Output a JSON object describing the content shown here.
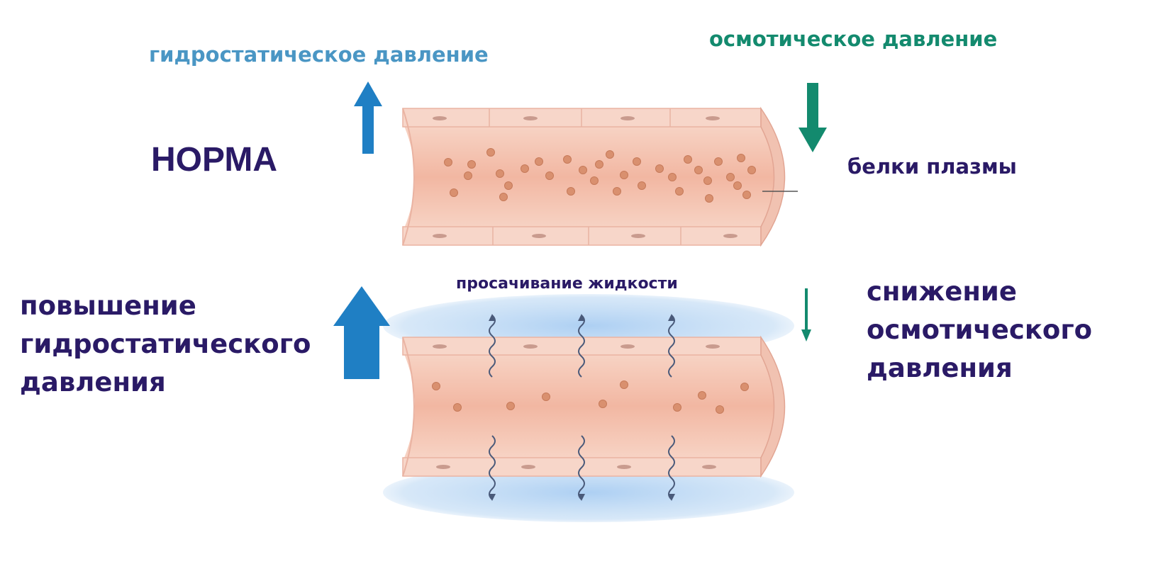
{
  "labels": {
    "hydrostatic_pressure": "гидростатическое давление",
    "osmotic_pressure": "осмотическое давление",
    "norm": "НОРМА",
    "plasma_proteins": "белки плазмы",
    "fluid_seepage": "просачивание жидкости",
    "hydrostatic_increase": [
      "повышение",
      "гидростатического",
      "давления"
    ],
    "osmotic_decrease": [
      "снижение",
      "осмотического",
      "давления"
    ]
  },
  "colors": {
    "hydrostatic_arrow": "#1f7fc4",
    "osmotic_arrow": "#138a6e",
    "vessel_wall": "#f6cfc1",
    "vessel_lumen": "#f3b9a4",
    "protein": "#d9906f",
    "interstitial_fluid": "#bcd8f3",
    "text_dark": "#2a1a66"
  },
  "icons": {
    "hydrostatic_arrow_top": "arrow-up-icon",
    "osmotic_arrow_top": "arrow-down-icon",
    "hydrostatic_arrow_bottom": "large-arrow-up-icon",
    "osmotic_arrow_bottom": "thin-arrow-down-icon",
    "seepage": "wavy-arrow-icon"
  }
}
